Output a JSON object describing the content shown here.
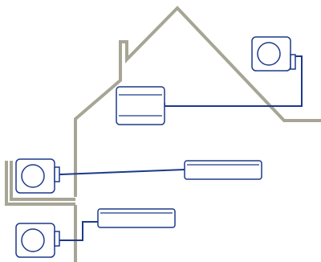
{
  "colors": {
    "background": "#ffffff",
    "wall": "#a7a595",
    "pipe": "#1c3a8a",
    "unit_stroke": "#1c3a8a",
    "unit_fill": "#ffffff"
  },
  "diagram": {
    "outdoor_units": [
      {
        "name": "outdoor-unit-top-right-icon",
        "icon": "fan-condenser-icon"
      },
      {
        "name": "outdoor-unit-middle-left-icon",
        "icon": "fan-condenser-icon"
      },
      {
        "name": "outdoor-unit-bottom-left-icon",
        "icon": "fan-condenser-icon"
      }
    ],
    "indoor_units": [
      {
        "name": "indoor-console-unit-icon",
        "type": "floor-console"
      },
      {
        "name": "indoor-wall-split-upper-icon",
        "type": "wall-split"
      },
      {
        "name": "indoor-wall-split-lower-icon",
        "type": "wall-split"
      }
    ],
    "connections": [
      {
        "name": "pipe-top-right-to-console"
      },
      {
        "name": "pipe-middle-left-to-wall-split-upper"
      },
      {
        "name": "pipe-bottom-left-to-wall-split-lower"
      }
    ]
  }
}
